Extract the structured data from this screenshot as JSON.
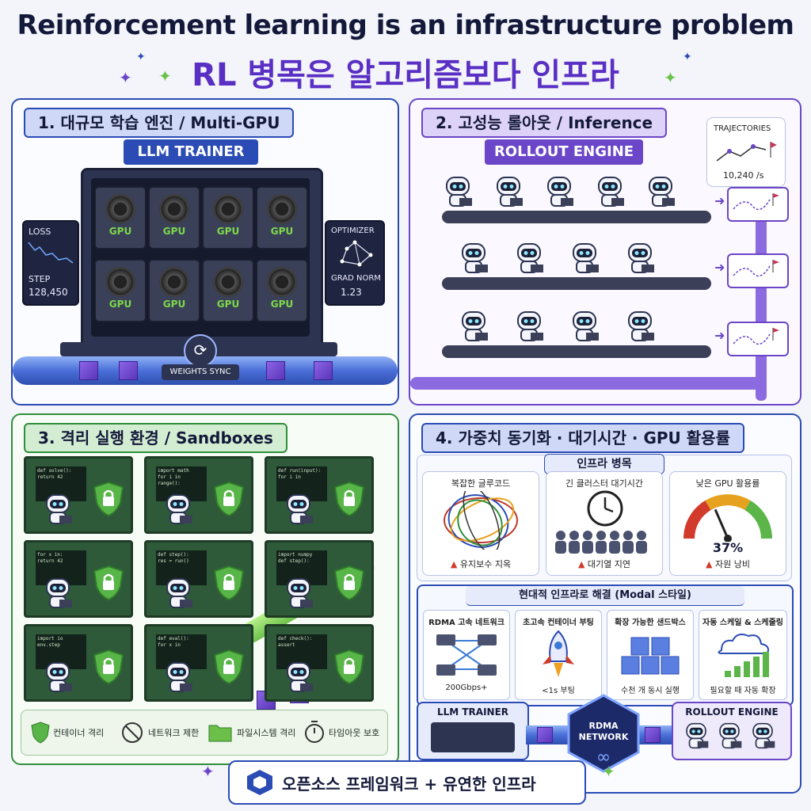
{
  "title": "Reinforcement learning is an infrastructure problem",
  "subtitle": "RL 병목은 알고리즘보다 인프라",
  "panel1": {
    "header": "1. 대규모 학습 엔진 / Multi-GPU",
    "banner": "LLM TRAINER",
    "gpu_label": "GPU",
    "loss_label": "LOSS",
    "step_label": "STEP",
    "step_value": "128,450",
    "optimizer_label": "OPTIMIZER",
    "grad_norm_label": "GRAD NORM",
    "grad_norm_value": "1.23",
    "sync_label": "WEIGHTS SYNC"
  },
  "panel2": {
    "header": "2. 고성능 롤아웃 / Inference",
    "banner": "ROLLOUT ENGINE",
    "traj_label": "TRAJECTORIES",
    "traj_rate": "10,240 /s"
  },
  "panel3": {
    "header": "3. 격리 실행 환경 / Sandboxes",
    "code_lines": [
      [
        "def solve():",
        "  return 42"
      ],
      [
        "import math",
        "for i in range():"
      ],
      [
        "def run(input):",
        "  for i in"
      ],
      [
        "for x in:",
        "  return 42"
      ],
      [
        "def step():",
        "  res = run()"
      ],
      [
        "import numpy",
        "def step():"
      ],
      [
        "import io",
        "  env.step"
      ],
      [
        "def eval():",
        "  for x in"
      ],
      [
        "def check():",
        "  assert"
      ]
    ],
    "legend": {
      "container": "컨테이너 격리",
      "network": "네트워크 제한",
      "filesystem": "파일시스템 격리",
      "timeout": "타임아웃 보호"
    }
  },
  "panel4": {
    "header": "4. 가중치 동기화 · 대기시간 · GPU 활용률",
    "bottleneck_title": "인프라 병목",
    "glue_title": "복잡한 글루코드",
    "glue_note": "유지보수 지옥",
    "queue_title": "긴 클러스터 대기시간",
    "queue_note": "대기열 지연",
    "gpu_title": "낮은 GPU 활용률",
    "gpu_percent": "37%",
    "gpu_utilization": 0.37,
    "gpu_note": "자원 낭비",
    "solution_title": "현대적 인프라로 해결 (Modal 스타일)",
    "solutions": [
      {
        "title": "RDMA 고속 네트워크",
        "stat": "200Gbps+"
      },
      {
        "title": "초고속 컨테이너 부팅",
        "stat": "<1s 부팅"
      },
      {
        "title": "확장 가능한 샌드박스",
        "stat": "수천 개 동시 실행"
      },
      {
        "title": "자동 스케일 & 스케줄링",
        "stat": "필요할 때 자동 확장"
      }
    ],
    "trainer_label": "LLM TRAINER",
    "network_label": "RDMA NETWORK",
    "rollout_label": "ROLLOUT ENGINE",
    "infinity_symbol": "∞"
  },
  "footer": "오픈소스 프레임워크 + 유연한 인프라",
  "colors": {
    "blue": "#2b4bb5",
    "purple": "#6b46c8",
    "green": "#2f8f3c",
    "gpu_green": "#7dd94a",
    "warn_red": "#d23b2b"
  }
}
